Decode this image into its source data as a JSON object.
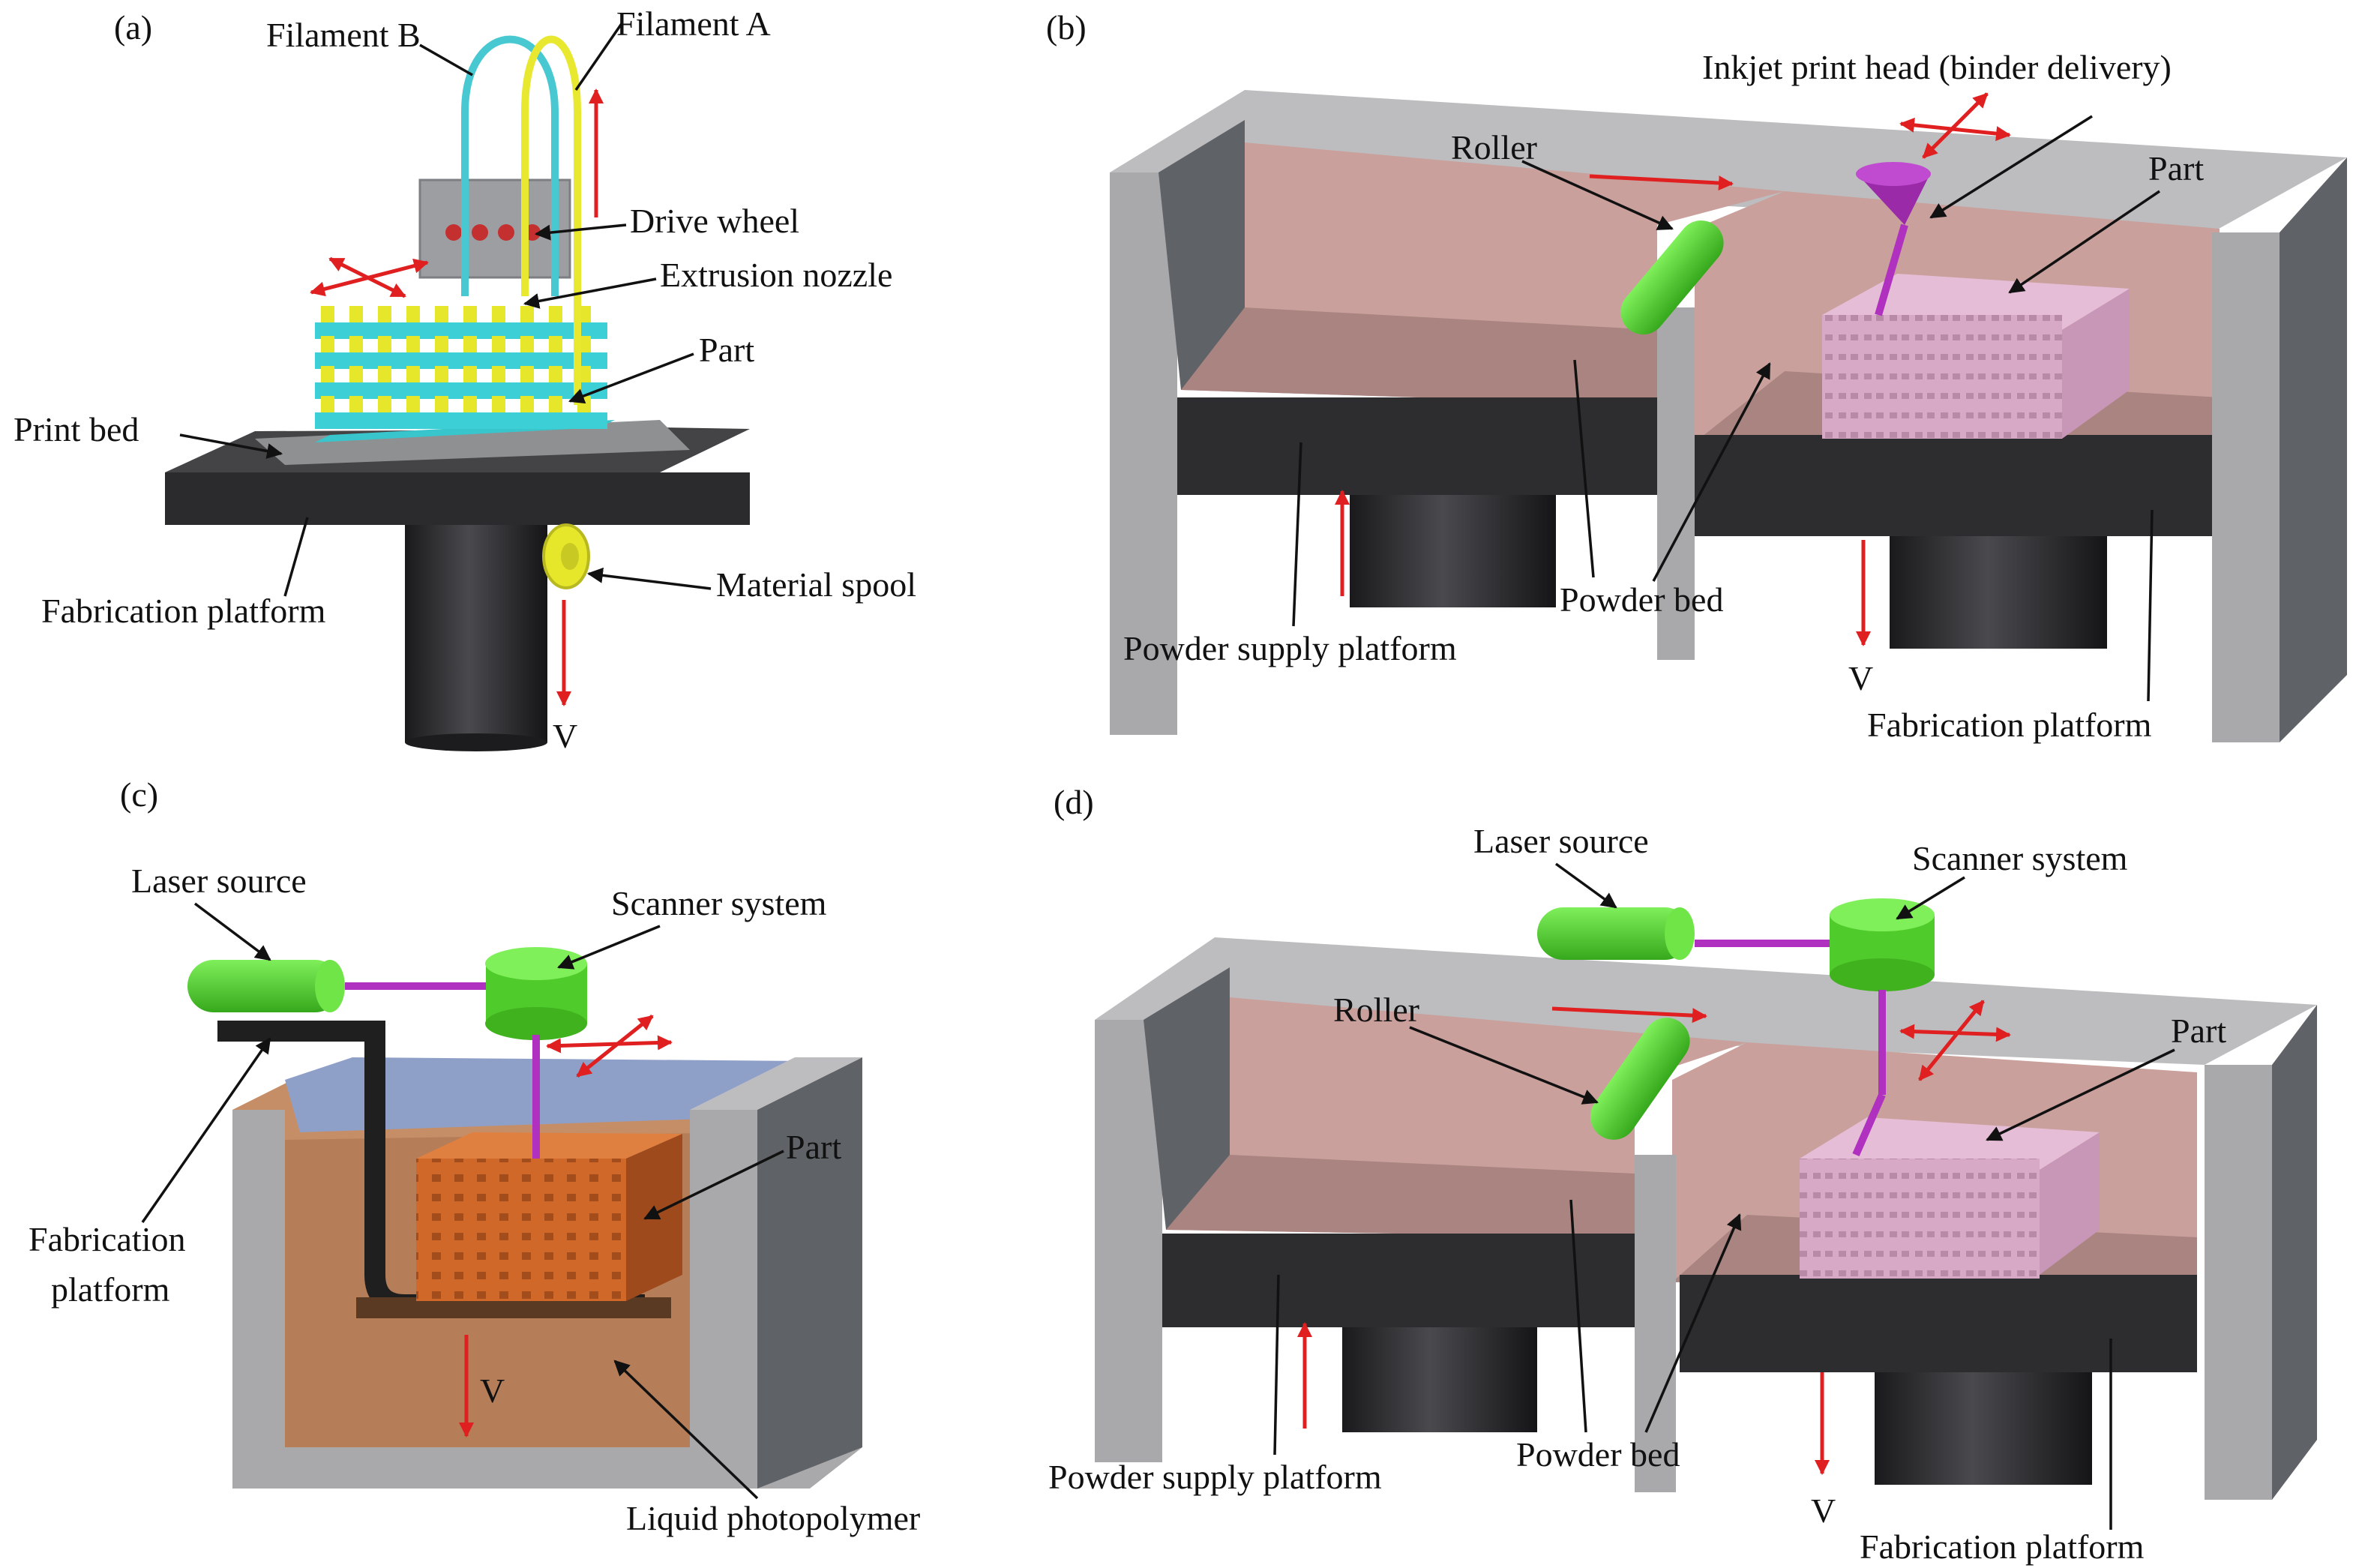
{
  "colors": {
    "wall_front": "#a9a9ab",
    "wall_top": "#bdbdbf",
    "wall_side": "#5f6266",
    "powder": "#c9a09c",
    "powder_dark": "#a98480",
    "platform": "#2d2d2f",
    "cylinder": "#2a2a2c",
    "part_pink": "#d8a9c6",
    "green": "#5bd439",
    "magenta": "#b030c0",
    "arrow_red": "#e02020",
    "filament_cyan": "#48c8d0",
    "filament_yellow": "#e8e830",
    "resin_brown": "#b06a3a",
    "lattice_orange": "#d0682a",
    "resin_liquid": "#c68e66",
    "vat_blue": "#8fa0c8"
  },
  "panels": {
    "a": {
      "tag": "(a)",
      "labels": {
        "filament_b": "Filament B",
        "filament_a": "Filament A",
        "drive_wheel": "Drive wheel",
        "extrusion_nozzle": "Extrusion nozzle",
        "part": "Part",
        "print_bed": "Print bed",
        "fabrication_platform": "Fabrication platform",
        "material_spool": "Material spool",
        "v": "V"
      }
    },
    "b": {
      "tag": "(b)",
      "labels": {
        "inkjet": "Inkjet print head (binder delivery)",
        "roller": "Roller",
        "part": "Part",
        "powder_supply_platform": "Powder supply platform",
        "powder_bed": "Powder bed",
        "v": "V",
        "fabrication_platform": "Fabrication platform"
      }
    },
    "c": {
      "tag": "(c)",
      "labels": {
        "laser_source": "Laser source",
        "scanner_system": "Scanner system",
        "part": "Part",
        "fabrication_platform_line1": "Fabrication",
        "fabrication_platform_line2": "platform",
        "v": "V",
        "liquid_photopolymer": "Liquid photopolymer"
      }
    },
    "d": {
      "tag": "(d)",
      "labels": {
        "laser_source": "Laser source",
        "scanner_system": "Scanner system",
        "roller": "Roller",
        "part": "Part",
        "powder_supply_platform": "Powder supply platform",
        "powder_bed": "Powder bed",
        "v": "V",
        "fabrication_platform": "Fabrication platform"
      }
    }
  }
}
